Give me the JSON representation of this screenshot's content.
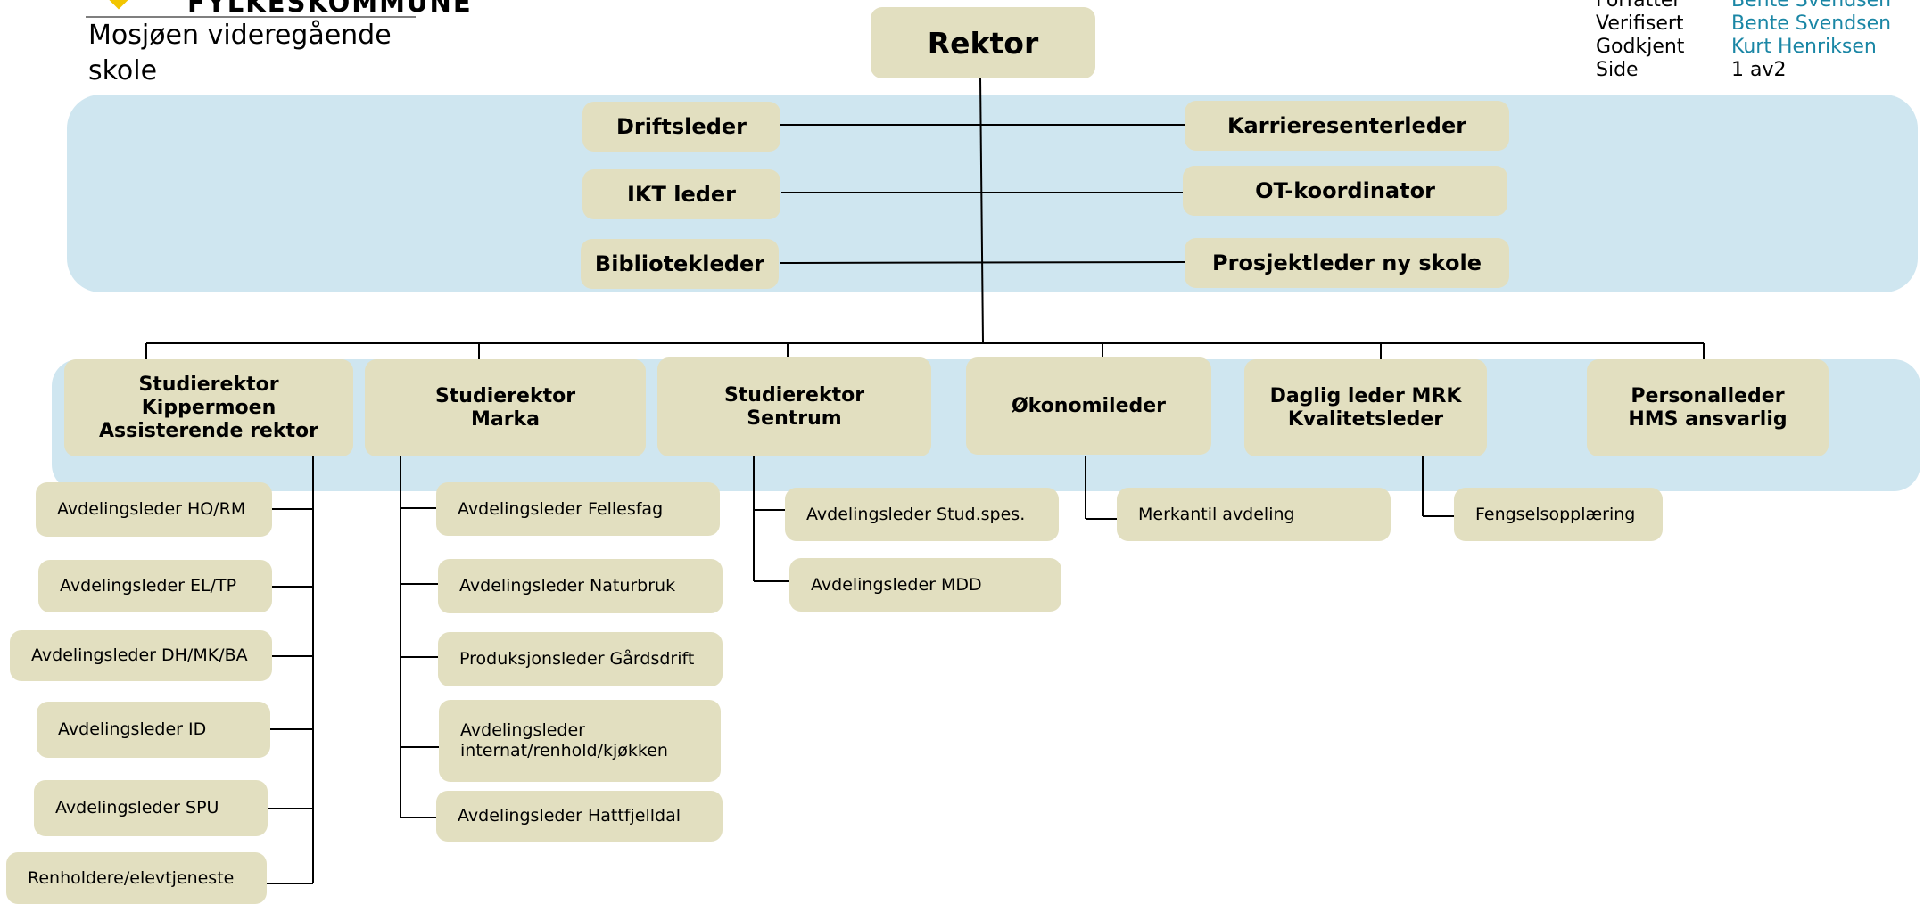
{
  "logo": {
    "county": "FYLKESKOMMUNE",
    "school": "Mosjøen videregående skole"
  },
  "meta": [
    {
      "label": "Forfatter",
      "value": "Bente Svendsen"
    },
    {
      "label": "Verifisert",
      "value": "Bente Svendsen"
    },
    {
      "label": "Godkjent",
      "value": "Kurt Henriksen"
    },
    {
      "label": "Side",
      "value": "1 av2"
    }
  ],
  "rektor": "Rektor",
  "staff_left": [
    "Driftsleder",
    "IKT leder",
    "Bibliotekleder"
  ],
  "staff_right": [
    "Karrieresenterleder",
    "OT-koordinator",
    "Prosjektleder ny skole"
  ],
  "leaders": [
    "Studierektor\nKippermoen\nAssisterende rektor",
    "Studierektor\nMarka",
    "Studierektor\nSentrum",
    "Økonomileder",
    "Daglig leder MRK\nKvalitetsleder",
    "Personalleder\nHMS ansvarlig"
  ],
  "kippermoen_units": [
    "Avdelingsleder HO/RM",
    "Avdelingsleder EL/TP",
    "Avdelingsleder DH/MK/BA",
    "Avdelingsleder ID",
    "Avdelingsleder SPU",
    "Renholdere/elevtjeneste"
  ],
  "marka_units": [
    "Avdelingsleder Fellesfag",
    "Avdelingsleder Naturbruk",
    "Produksjonsleder Gårdsdrift",
    "Avdelingsleder\ninternat/renhold/kjøkken",
    "Avdelingsleder Hattfjelldal"
  ],
  "sentrum_units": [
    "Avdelingsleder Stud.spes.",
    "Avdelingsleder MDD"
  ],
  "okonomi_units": [
    "Merkantil avdeling"
  ],
  "mrk_units": [
    "Fengselsopplæring"
  ]
}
